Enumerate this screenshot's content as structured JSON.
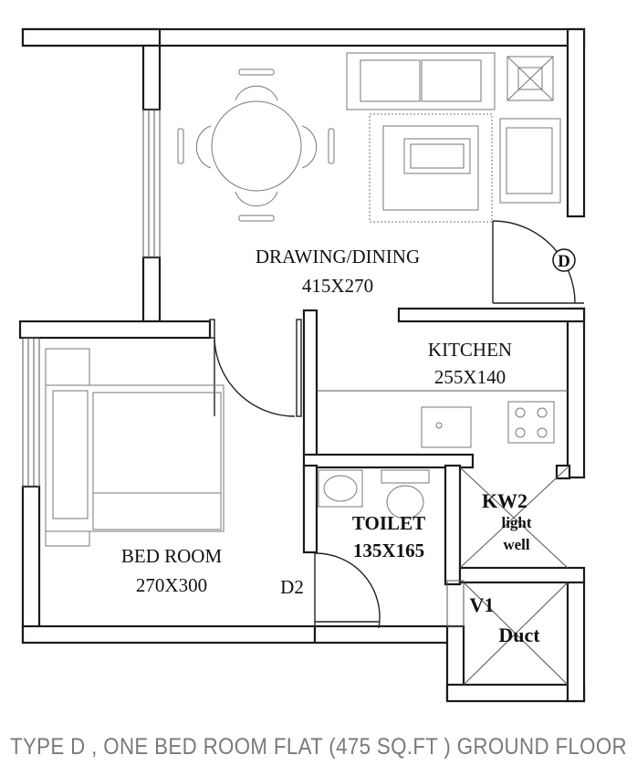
{
  "rooms": {
    "drawing": {
      "name": "DRAWING/DINING",
      "size": "415X270"
    },
    "kitchen": {
      "name": "KITCHEN",
      "size": "255X140"
    },
    "bedroom": {
      "name": "BED ROOM",
      "size": "270X300"
    },
    "toilet": {
      "name": "TOILET",
      "size": "135X165"
    }
  },
  "kw": {
    "label": "KW2",
    "line1": "light",
    "line2": "well"
  },
  "duct": {
    "label": "V1",
    "name": "Duct"
  },
  "doors": {
    "main": "D",
    "bedroom": "D2"
  },
  "caption": "TYPE D , ONE BED ROOM FLAT (475 SQ.FT ) GROUND FLOOR"
}
